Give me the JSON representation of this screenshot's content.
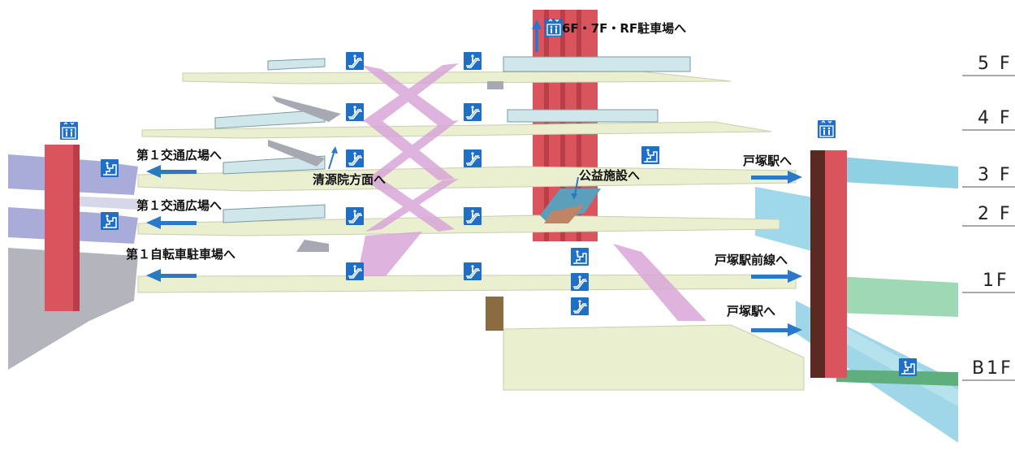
{
  "floors": [
    {
      "label": "5 F"
    },
    {
      "label": "4 F"
    },
    {
      "label": "3 F"
    },
    {
      "label": "2 F"
    },
    {
      "label": "1F"
    },
    {
      "label": "B1F"
    }
  ],
  "labels": {
    "top_parking": "6F・7F・RF駐車場へ",
    "plaza_3f": "第１交通広場へ",
    "plaza_2f": "第１交通広場へ",
    "bicycle_1f": "第１自転車駐車場へ",
    "seigen_in": "清源院方面へ",
    "public_facility": "公益施設へ",
    "totsuka_3f": "戸塚駅へ",
    "totsuka_front_1f": "戸塚駅前線へ",
    "totsuka_b1": "戸塚駅へ"
  },
  "icons": [
    {
      "name": "escalator-icon"
    },
    {
      "name": "elevator-icon"
    },
    {
      "name": "stairs-icon"
    }
  ],
  "colors": {
    "floor_slab": "#e9efcf",
    "elevator_shaft": "#d9545c",
    "left_building": "#a9acd9",
    "station_blue": "#8fd0e2",
    "green_area": "#9ed8b4",
    "escalator_pink": "#d9a6d8",
    "icon_blue": "#1f6fc6"
  }
}
